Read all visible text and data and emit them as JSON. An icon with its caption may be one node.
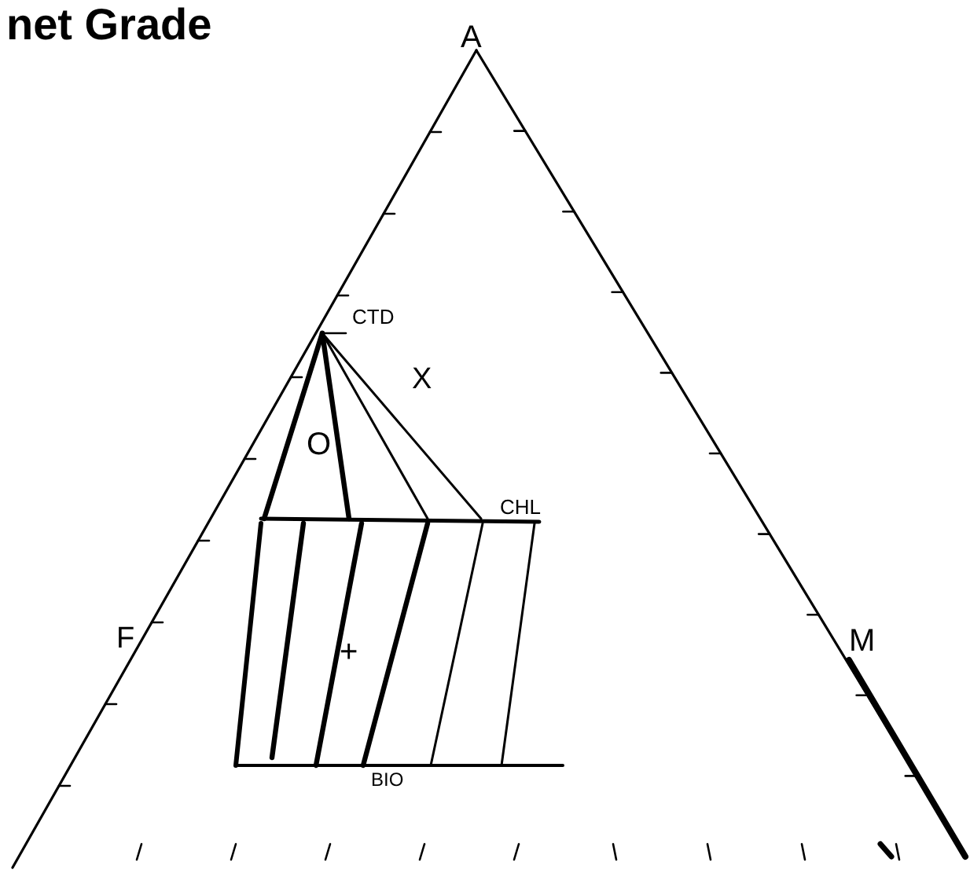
{
  "diagram": {
    "title": "net Grade",
    "labels": [
      "A",
      "CTD",
      "X",
      "O",
      "CHL",
      "F",
      "+",
      "M",
      "BIO"
    ]
  }
}
